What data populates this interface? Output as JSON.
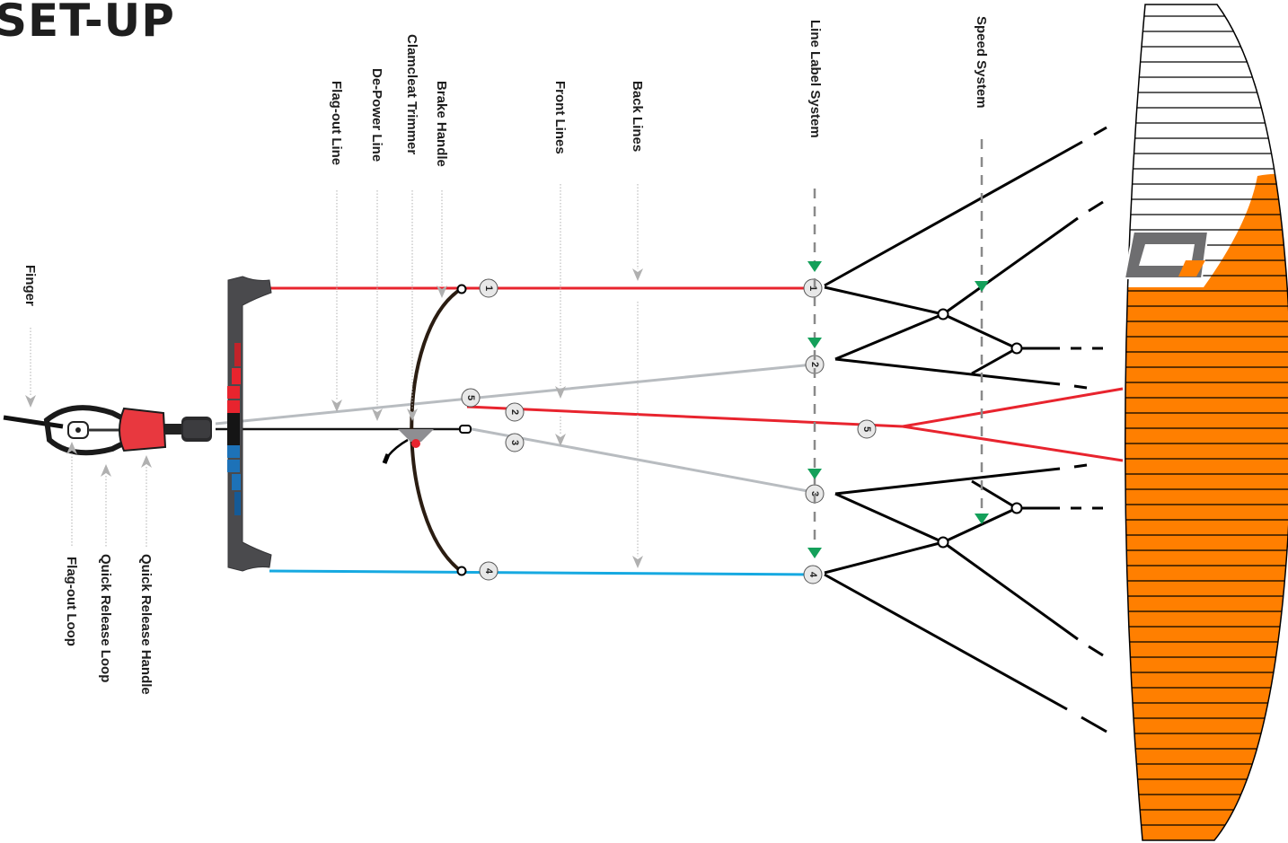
{
  "heading": "SET-UP",
  "labels": {
    "line_label_system": "Line Label System",
    "speed_system": "Speed System",
    "back_lines": "Back Lines",
    "front_lines": "Front Lines",
    "brake_handle": "Brake Handle",
    "clamcleat_trimmer": "Clamcleat Trimmer",
    "depower_line": "De-Power Line",
    "flagout_line": "Flag-out Line",
    "finger": "Finger",
    "quick_release_handle": "Quick Release Handle",
    "quick_release_loop": "Quick Release Loop",
    "flagout_loop": "Flag-out Loop"
  },
  "line_numbers": [
    "1",
    "2",
    "3",
    "4",
    "5"
  ],
  "icons": {
    "label_marker": "triangle-down-icon",
    "pointer": "chevron-arrow-icon",
    "kite_logo": "kite-brand-logo"
  },
  "colors": {
    "line_1_red": "#e8242e",
    "line_4_blue": "#16a9e1",
    "front_lines_gray": "#b8bcc0",
    "kite_orange": "#ff7f00",
    "marker_green": "#14a05a",
    "bar_dark": "#4a4a4d",
    "bar_red": "#e8242e",
    "bar_blue": "#1d72b8"
  }
}
